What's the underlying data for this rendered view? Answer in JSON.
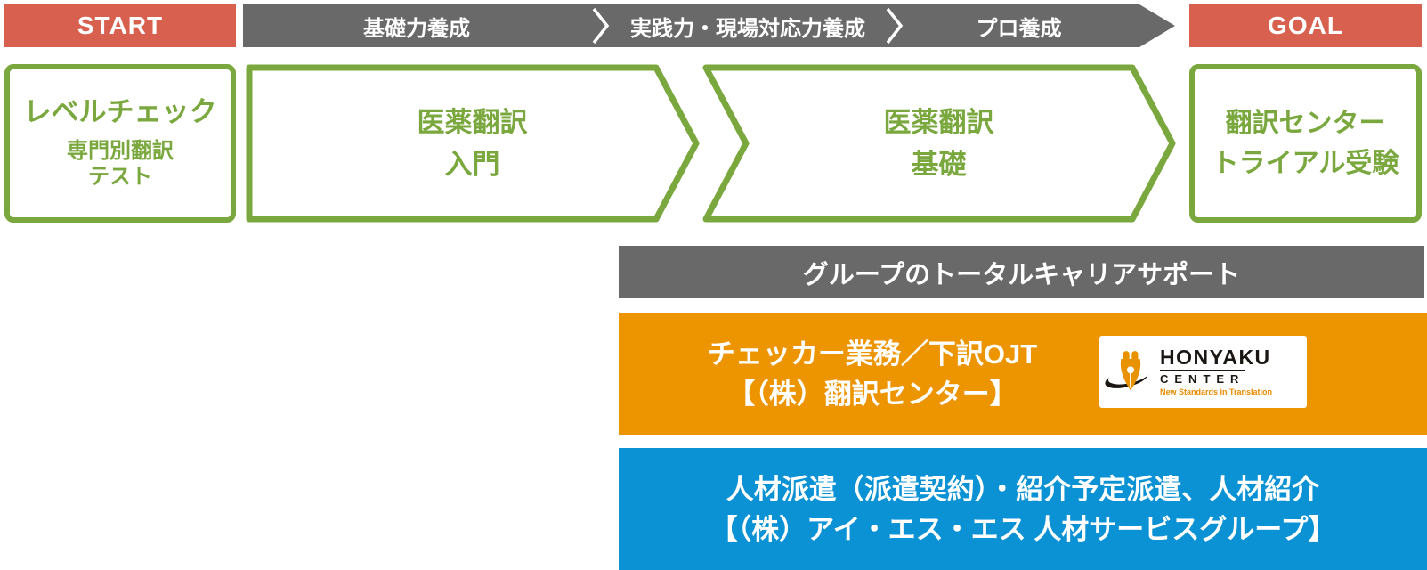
{
  "diagram": {
    "title": "medical-translation-career-flow",
    "start_label": "START",
    "goal_label": "GOAL",
    "stages": [
      {
        "label": "基礎力養成"
      },
      {
        "label": "実践力・現場対応力養成"
      },
      {
        "label": "プロ養成"
      }
    ],
    "level_check": {
      "title": "レベルチェック",
      "sub1": "専門別翻訳",
      "sub2": "テスト"
    },
    "course_intro": {
      "line1": "医薬翻訳",
      "line2": "入門"
    },
    "course_basic": {
      "line1": "医薬翻訳",
      "line2": "基礎"
    },
    "goal_box": {
      "line1": "翻訳センター",
      "line2": "トライアル受験"
    },
    "support_header": "グループのトータルキャリアサポート",
    "honyaku_band": {
      "line1": "チェッカー業務／下訳OJT",
      "line2": "【（株）翻訳センター】"
    },
    "staffing_band": {
      "line1": "人材派遣（派遣契約）・紹介予定派遣、人材紹介",
      "line2": "【（株）アイ・エス・エス 人材サービスグループ】"
    },
    "logo": {
      "name": "HONYAKU",
      "center": "CENTER",
      "tagline": "New Standards in Translation"
    },
    "icons": {
      "stage_separator": "chevron-right-icon",
      "banner_tip": "arrow-tip",
      "logo_mark": "pen-nib-icon"
    },
    "colors": {
      "red": "#d7604e",
      "gray": "#696969",
      "green": "#7aa83e",
      "orange": "#ec9500",
      "blue": "#0a92d4",
      "logo_orange": "#e88a00"
    }
  }
}
